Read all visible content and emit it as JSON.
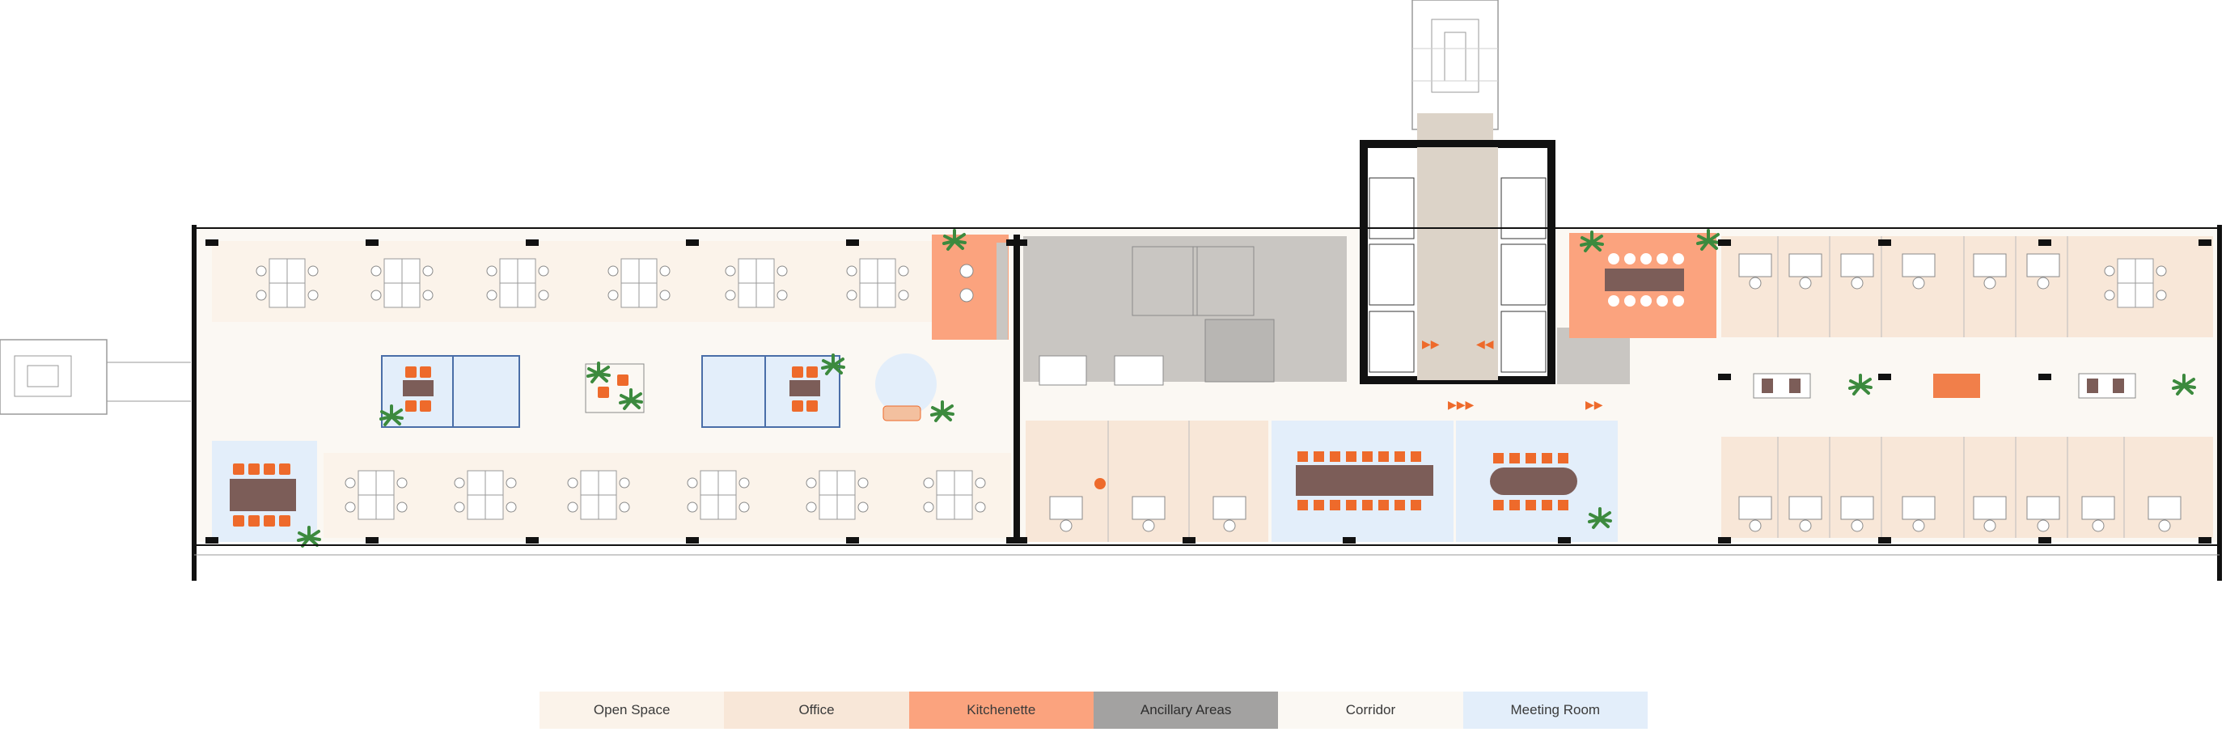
{
  "colors": {
    "open_space": "#fbf3ea",
    "office": "#f8e7d8",
    "kitchenette": "#fba37e",
    "ancillary": "#a3a2a1",
    "corridor": "#fbf8f3",
    "meeting": "#e3eefa",
    "wall": "#111111",
    "accent_chair": "#ee6a2b",
    "table": "#7c5d58",
    "plant": "#3c8a3e",
    "core_floor": "#dcd3c8",
    "wc": "#c9c6c2"
  },
  "icons": {
    "stair": "stairs-icon",
    "plant": "plant-icon",
    "arrow": "direction-arrow-icon"
  },
  "legend": [
    {
      "label": "Open Space",
      "color": "#fbf3ea",
      "text_color": "#3a3a3a"
    },
    {
      "label": "Office",
      "color": "#f8e7d8",
      "text_color": "#3a3a3a"
    },
    {
      "label": "Kitchenette",
      "color": "#fba37e",
      "text_color": "#3a3a3a"
    },
    {
      "label": "Ancillary Areas",
      "color": "#a3a2a1",
      "text_color": "#2e2e2e"
    },
    {
      "label": "Corridor",
      "color": "#fbf8f3",
      "text_color": "#3a3a3a"
    },
    {
      "label": "Meeting Room",
      "color": "#e3eefa",
      "text_color": "#3a3a3a"
    }
  ]
}
